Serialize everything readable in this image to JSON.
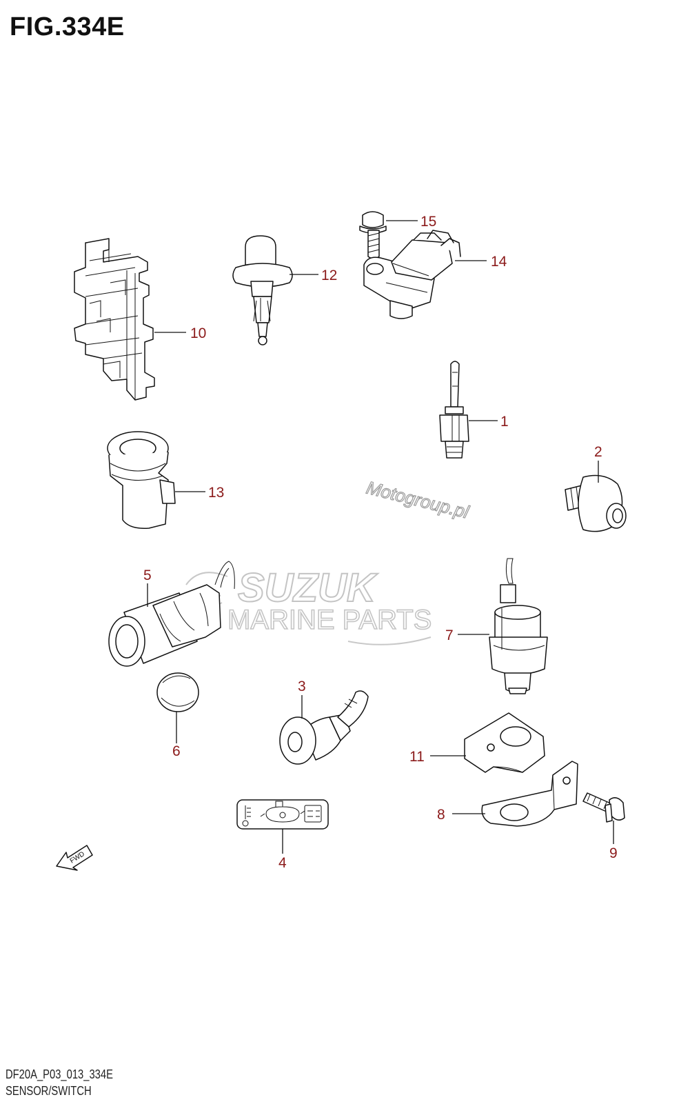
{
  "figure": {
    "title": "FIG.334E",
    "code": "DF20A_P03_013_334E",
    "name": "SENSOR/SWITCH"
  },
  "watermarks": {
    "motogroup": "Motogroup.pl",
    "brand_line1": "SUZUK",
    "brand_line2": "MARINE PARTS"
  },
  "fwd_label": "FWD",
  "callouts": [
    {
      "number": "1"
    },
    {
      "number": "2"
    },
    {
      "number": "3"
    },
    {
      "number": "4"
    },
    {
      "number": "5"
    },
    {
      "number": "6"
    },
    {
      "number": "7"
    },
    {
      "number": "8"
    },
    {
      "number": "9"
    },
    {
      "number": "10"
    },
    {
      "number": "11"
    },
    {
      "number": "12"
    },
    {
      "number": "13"
    },
    {
      "number": "14"
    },
    {
      "number": "15"
    }
  ],
  "colors": {
    "callout": "#8b1a1a",
    "line": "#111111",
    "watermark": "#c8c8c8"
  }
}
